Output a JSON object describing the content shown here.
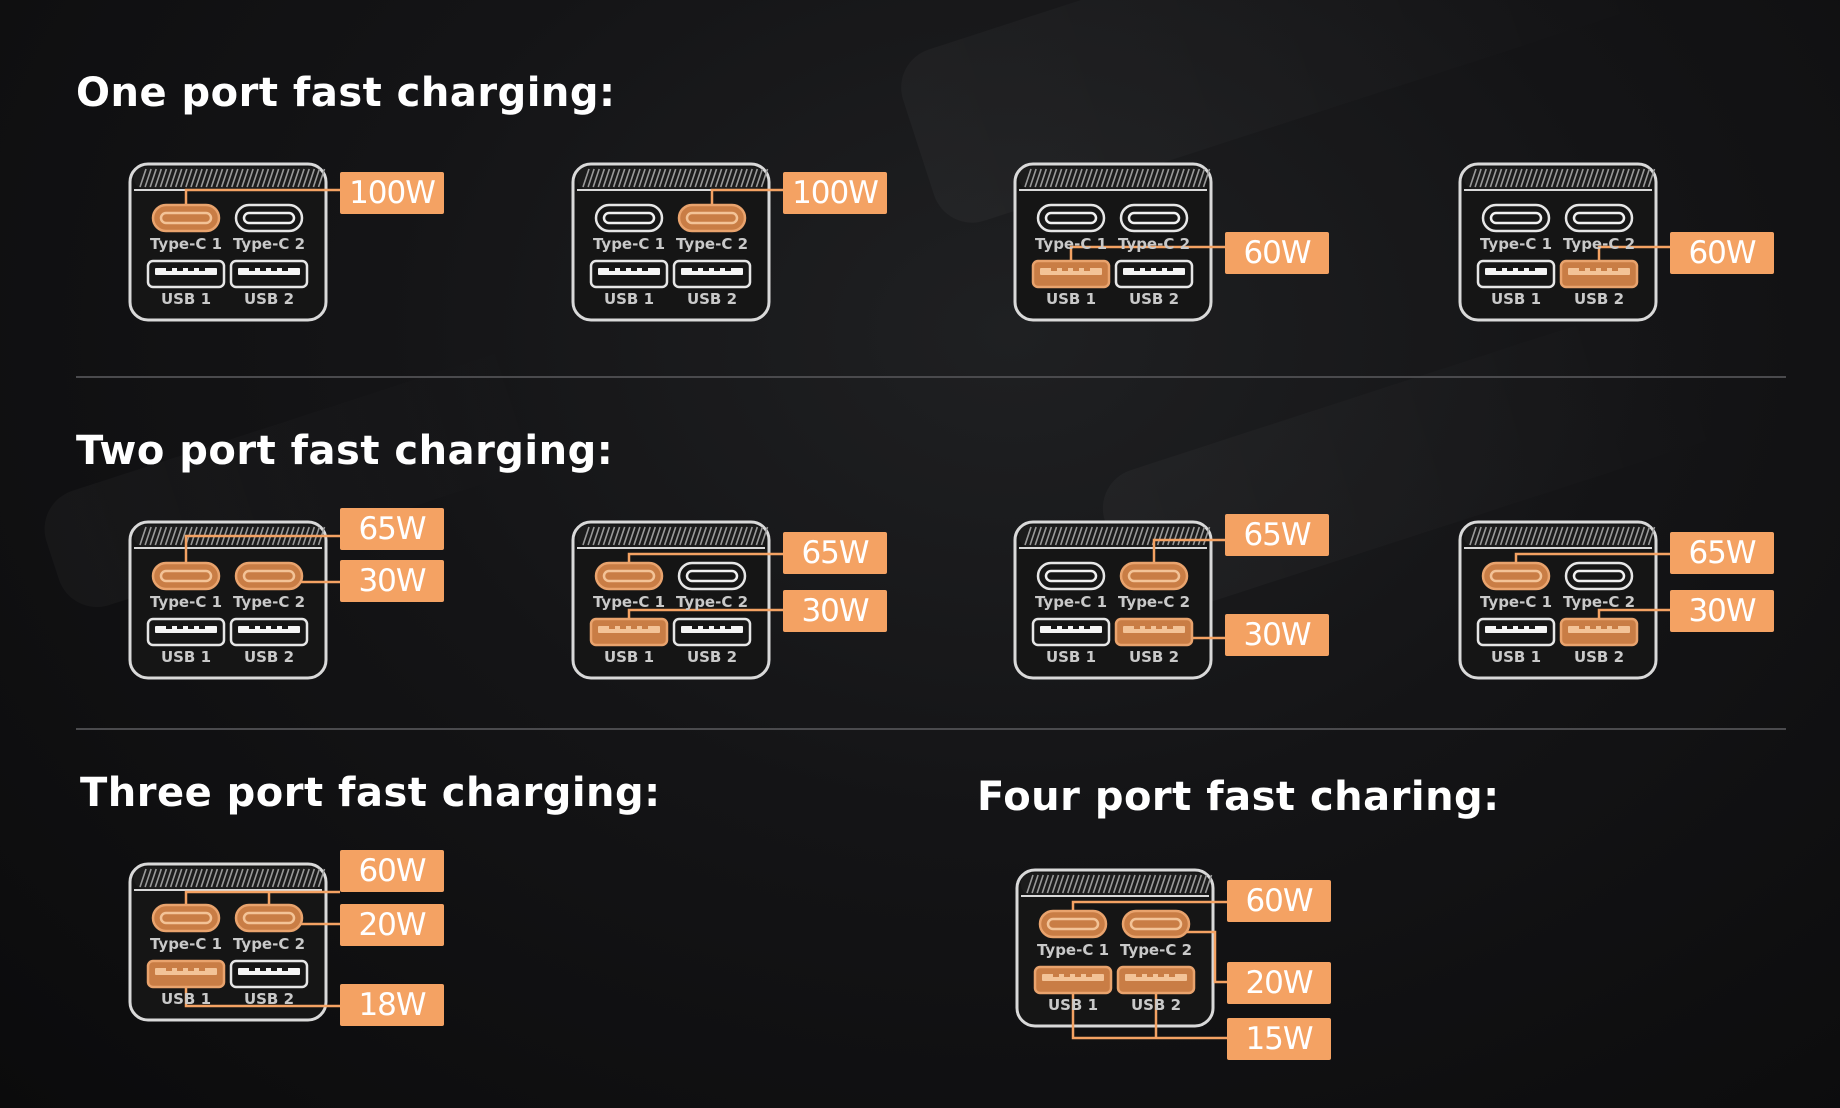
{
  "sections": [
    {
      "title": "One port fast charging:",
      "configs": [
        {
          "active": [
            "c1"
          ],
          "badges": [
            "100W"
          ]
        },
        {
          "active": [
            "c2"
          ],
          "badges": [
            "100W"
          ]
        },
        {
          "active": [
            "u1"
          ],
          "badges": [
            "60W"
          ]
        },
        {
          "active": [
            "u2"
          ],
          "badges": [
            "60W"
          ]
        }
      ]
    },
    {
      "title": "Two port fast charging:",
      "configs": [
        {
          "active": [
            "c1",
            "c2"
          ],
          "badges": [
            "65W",
            "30W"
          ]
        },
        {
          "active": [
            "c1",
            "u1"
          ],
          "badges": [
            "65W",
            "30W"
          ]
        },
        {
          "active": [
            "c2",
            "u2"
          ],
          "badges": [
            "65W",
            "30W"
          ]
        },
        {
          "active": [
            "c1",
            "u2"
          ],
          "badges": [
            "65W",
            "30W"
          ]
        }
      ]
    },
    {
      "title": "Three port fast charging:",
      "configs": [
        {
          "active": [
            "c1",
            "c2",
            "u1"
          ],
          "badges": [
            "60W",
            "20W",
            "18W"
          ]
        }
      ]
    },
    {
      "title": "Four port fast charing:",
      "configs": [
        {
          "active": [
            "c1",
            "c2",
            "u1",
            "u2"
          ],
          "badges": [
            "60W",
            "20W",
            "15W"
          ]
        }
      ]
    }
  ],
  "port_labels": {
    "c1": "Type-C 1",
    "c2": "Type-C 2",
    "u1": "USB 1",
    "u2": "USB 2"
  },
  "colors": {
    "accent": "#f4a263",
    "active_port": "#c97d45",
    "device_outline": "#d9d9d9",
    "background": "#0d0d0e"
  },
  "icons": [
    "charger-device-icon",
    "usb-c-port-icon",
    "usb-a-port-icon"
  ]
}
